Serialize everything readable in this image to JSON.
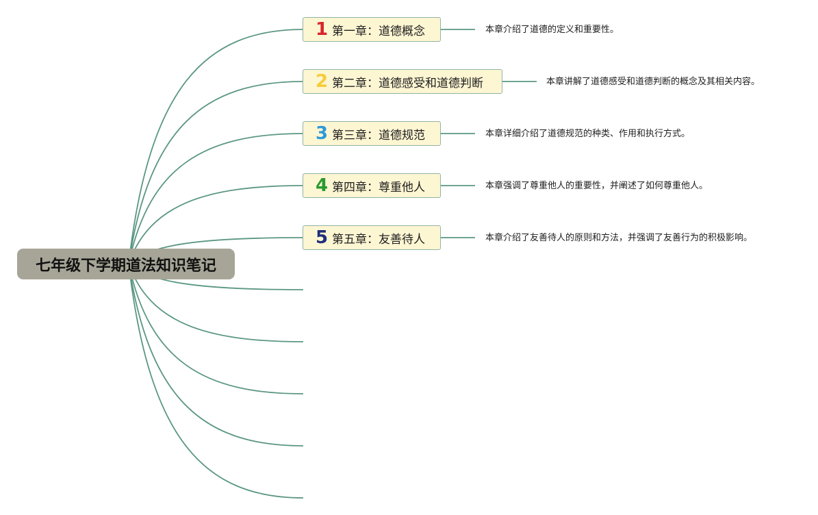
{
  "root": {
    "title": "七年级下学期道法知识笔记"
  },
  "chapters": [
    {
      "number": "1",
      "number_color": "#d7262c",
      "title": "第一章：道德概念",
      "note": "本章介绍了道德的定义和重要性。"
    },
    {
      "number": "2",
      "number_color": "#f5cc3a",
      "title": "第二章：道德感受和道德判断",
      "note": "本章讲解了道德感受和道德判断的概念及其相关内容。"
    },
    {
      "number": "3",
      "number_color": "#2e9ad8",
      "title": "第三章：道德规范",
      "note": "本章详细介绍了道德规范的种类、作用和执行方式。"
    },
    {
      "number": "4",
      "number_color": "#2a9a2f",
      "title": "第四章：尊重他人",
      "note": "本章强调了尊重他人的重要性，并阐述了如何尊重他人。"
    },
    {
      "number": "5",
      "number_color": "#1e2f7a",
      "title": "第五章：友善待人",
      "note": "本章介绍了友善待人的原则和方法，并强调了友善行为的积极影响。"
    }
  ],
  "empty_branch_count": 5,
  "colors": {
    "branch_line": "#5a9780",
    "topic_fill": "#fdf6d3",
    "topic_border": "#8fb4a2",
    "root_fill": "#a7a597"
  }
}
